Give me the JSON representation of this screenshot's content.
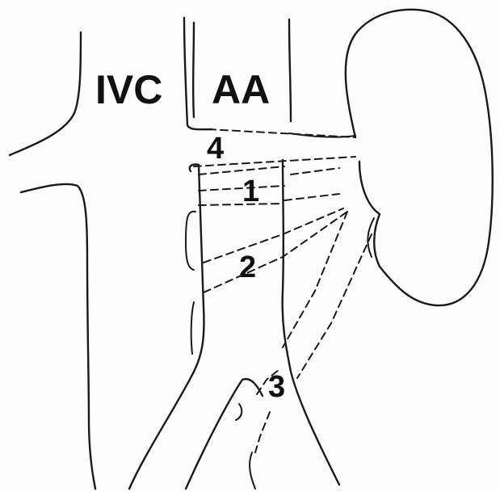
{
  "labels": {
    "ivc": "IVC",
    "aa": "AA"
  },
  "numbers": {
    "n1": "1",
    "n2": "2",
    "n3": "3",
    "n4": "4"
  }
}
